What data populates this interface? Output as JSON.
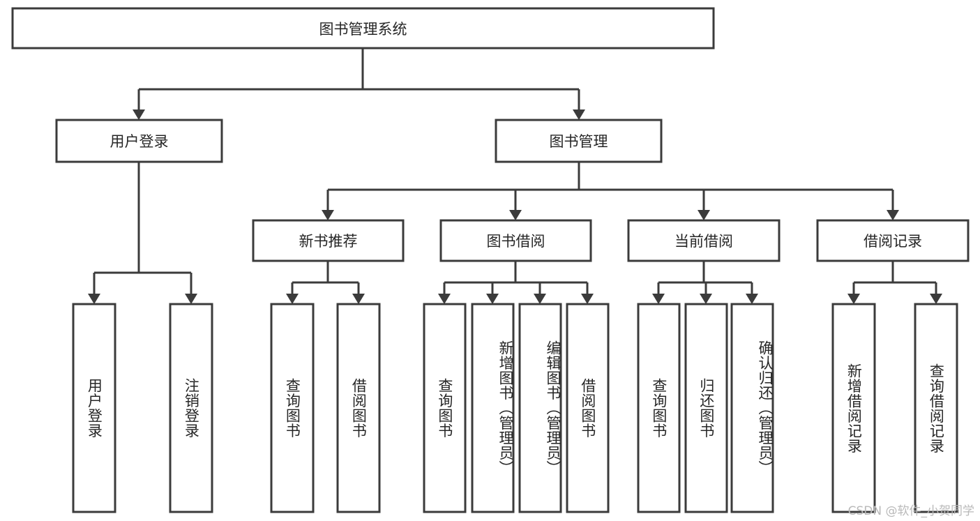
{
  "diagram": {
    "title": "图书管理系统",
    "type": "tree-hierarchy",
    "watermark": "CSDN @软件_小贺同学",
    "colors": {
      "stroke": "#3b3b3b",
      "box_fill": "#ffffff",
      "text": "#262626",
      "background": "#ffffff",
      "watermark": "#b9b9b9"
    },
    "root": {
      "id": "root",
      "label": "图书管理系统",
      "orientation": "horizontal"
    },
    "level2": [
      {
        "id": "user-login",
        "label": "用户登录",
        "orientation": "horizontal"
      },
      {
        "id": "book-manage",
        "label": "图书管理",
        "orientation": "horizontal"
      }
    ],
    "level3": [
      {
        "id": "new-book-recommend",
        "label": "新书推荐",
        "orientation": "horizontal",
        "parent": "book-manage"
      },
      {
        "id": "book-borrow",
        "label": "图书借阅",
        "orientation": "horizontal",
        "parent": "book-manage"
      },
      {
        "id": "current-borrow",
        "label": "当前借阅",
        "orientation": "horizontal",
        "parent": "book-manage"
      },
      {
        "id": "borrow-record",
        "label": "借阅记录",
        "orientation": "horizontal",
        "parent": "book-manage"
      }
    ],
    "leaves": [
      {
        "id": "leaf-user-login",
        "label": "用户登录",
        "parent": "user-login",
        "orientation": "vertical"
      },
      {
        "id": "leaf-logout",
        "label": "注销登录",
        "parent": "user-login",
        "orientation": "vertical"
      },
      {
        "id": "leaf-query-book-1",
        "label": "查询图书",
        "parent": "new-book-recommend",
        "orientation": "vertical"
      },
      {
        "id": "leaf-borrow-book-1",
        "label": "借阅图书",
        "parent": "new-book-recommend",
        "orientation": "vertical"
      },
      {
        "id": "leaf-query-book-2",
        "label": "查询图书",
        "parent": "book-borrow",
        "orientation": "vertical"
      },
      {
        "id": "leaf-add-book",
        "label": "新增图书（管理员）",
        "parent": "book-borrow",
        "orientation": "vertical"
      },
      {
        "id": "leaf-edit-book",
        "label": "编辑图书（管理员）",
        "parent": "book-borrow",
        "orientation": "vertical"
      },
      {
        "id": "leaf-borrow-book-2",
        "label": "借阅图书",
        "parent": "book-borrow",
        "orientation": "vertical"
      },
      {
        "id": "leaf-query-book-3",
        "label": "查询图书",
        "parent": "current-borrow",
        "orientation": "vertical"
      },
      {
        "id": "leaf-return-book",
        "label": "归还图书",
        "parent": "current-borrow",
        "orientation": "vertical"
      },
      {
        "id": "leaf-confirm-return",
        "label": "确认归还（管理员）",
        "parent": "current-borrow",
        "orientation": "vertical"
      },
      {
        "id": "leaf-add-record",
        "label": "新增借阅记录",
        "parent": "borrow-record",
        "orientation": "vertical"
      },
      {
        "id": "leaf-query-record",
        "label": "查询借阅记录",
        "parent": "borrow-record",
        "orientation": "vertical"
      }
    ]
  }
}
